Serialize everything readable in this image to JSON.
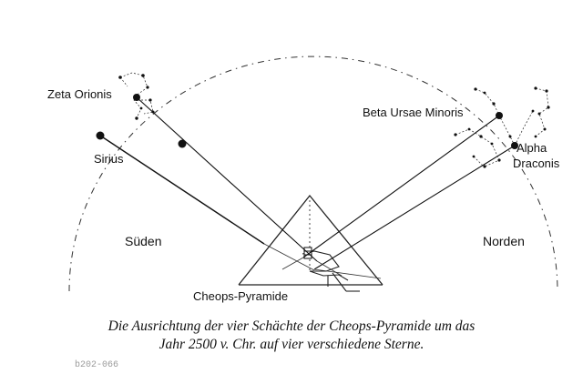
{
  "labels": {
    "zeta_orionis": "Zeta Orionis",
    "sirius": "Sirius",
    "beta_ursae_minoris": "Beta Ursae Minoris",
    "alpha_draconis_line1": "Alpha",
    "alpha_draconis_line2": "Draconis",
    "south": "Süden",
    "north": "Norden",
    "pyramid": "Cheops-Pyramide"
  },
  "caption": {
    "line1": "Die Ausrichtung der vier Schächte der Cheops-Pyramide um das",
    "line2": "Jahr 2500 v. Chr. auf vier verschiedene Sterne."
  },
  "image_code": "b202-066"
}
